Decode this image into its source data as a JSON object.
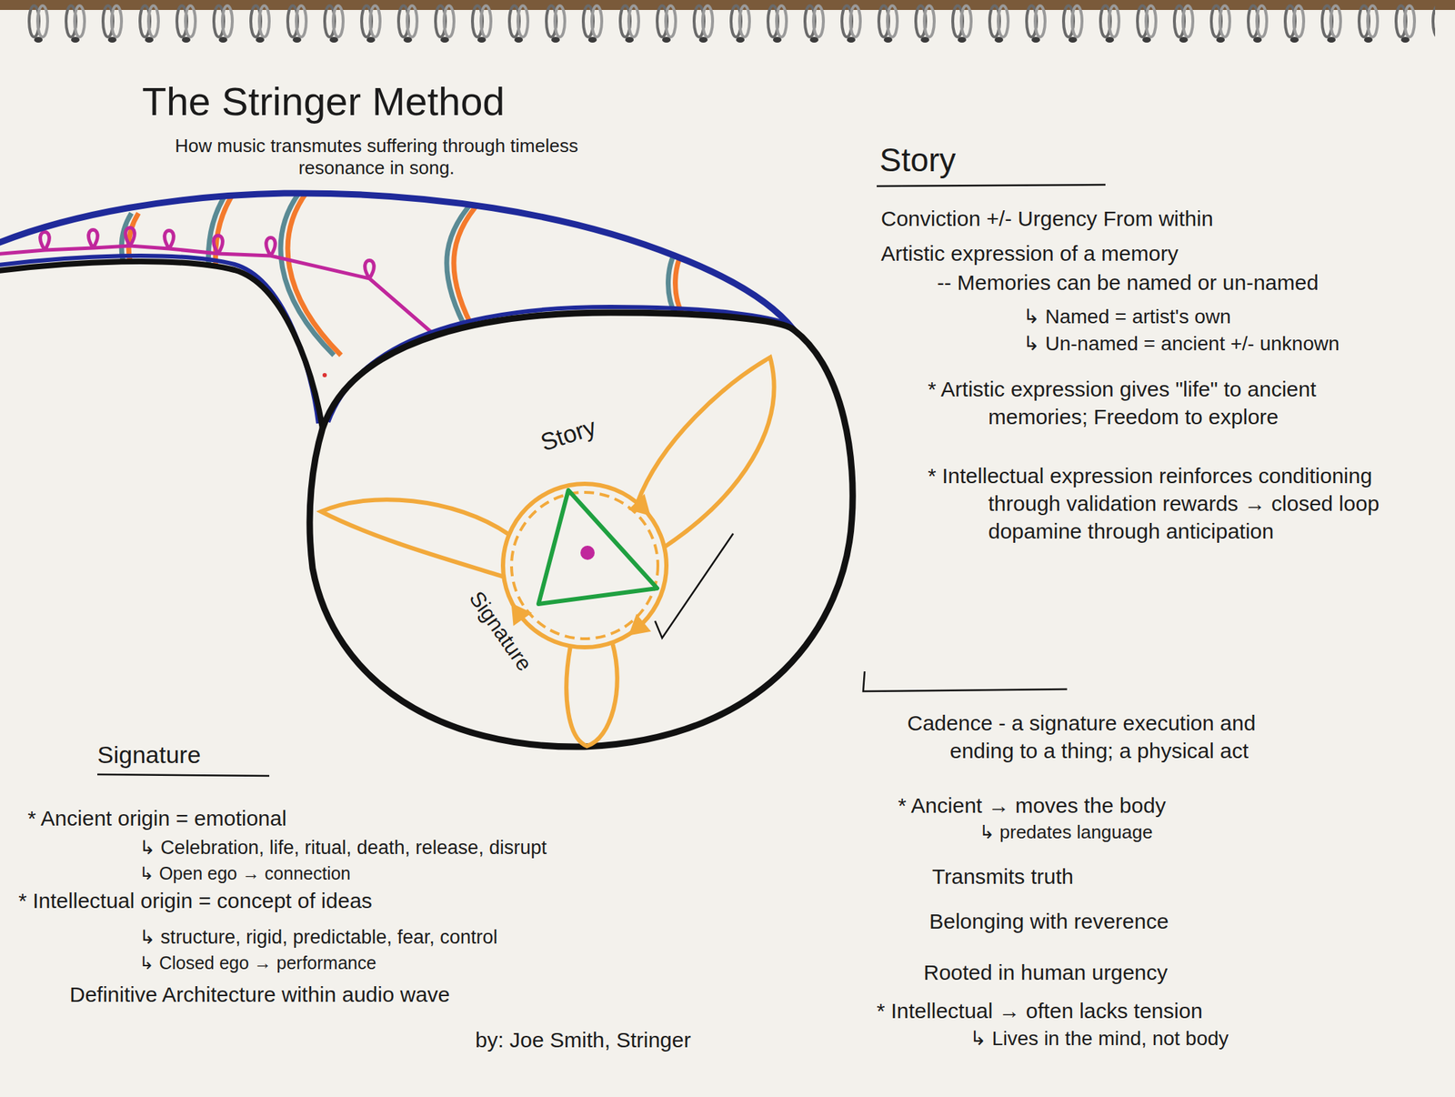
{
  "diagram": {
    "title": "The Stringer Method",
    "caption": "How music transmutes suffering through timeless resonance in song.",
    "nodes": [
      {
        "text": [
          "Story",
          "Signature"
        ]
      }
    ],
    "labels": [
      "Story",
      "Conviction +/- Urgency From within",
      "Artistic expression of a memory",
      "-- Memories can be named or un-named",
      "↳ Named = artist's own",
      "↳ Un-named = ancient +/- unknown",
      "* Artistic expression gives \"life\" to ancient memories; Freedom to explore",
      "* Intellectual expression reinforces conditioning through validation rewards → closed loop dopamine through anticipation",
      "Cadence - a signature execution and ending to a thing; a physical act",
      "* Ancient → moves the body",
      "↳ predates language",
      "Transmits truth",
      "Belonging with reverence",
      "Rooted in human urgency",
      "* Intellectual → often lacks tension",
      "↳ Lives in the mind, not body",
      "Signature",
      "* Ancient origin = emotional",
      "↳ Celebration, life, ritual, death, release, disrupt",
      "↳ Open ego → connection",
      "* Intellectual origin = concept of ideas",
      "↳ structure, rigid, predictable, fear, control",
      "↳ Closed ego → performance",
      "Definitive Architecture within audio wave",
      "by: Joe Smith, Stringer"
    ]
  }
}
